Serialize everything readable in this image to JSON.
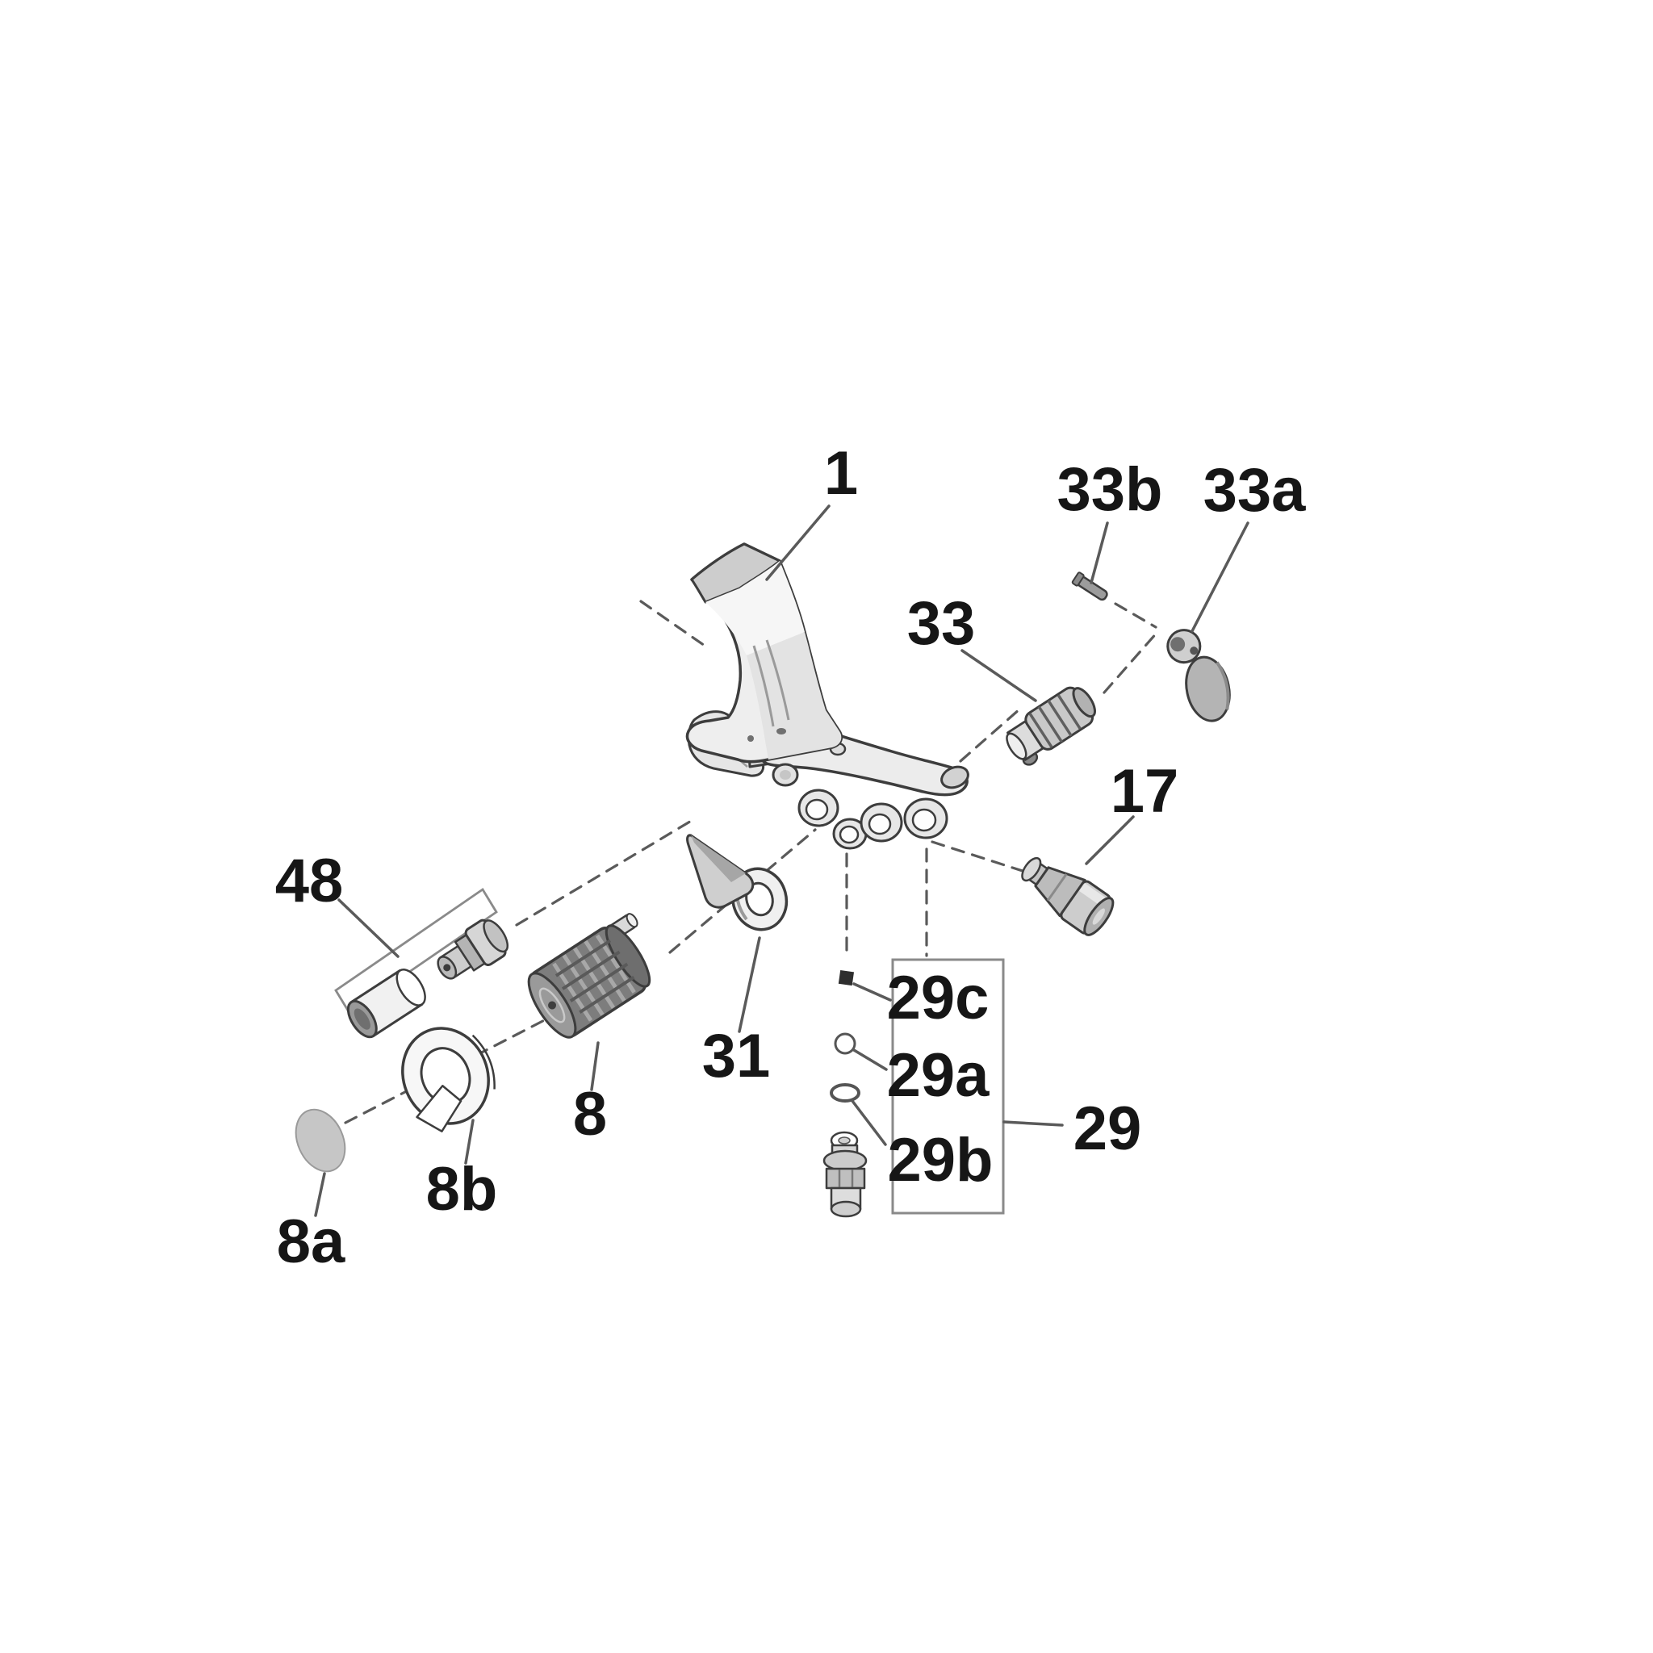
{
  "figure": {
    "type": "exploded-parts-diagram",
    "description_visible_text_only": true
  },
  "theme": {
    "background": "#ffffff",
    "outline": "#3d3d3d",
    "line": "#5a5a5a",
    "label": "#161616",
    "bracket": "#8a8a8a",
    "gray_light": "#ececec",
    "gray_mid": "#c9c9c9",
    "gray_dark": "#7d7d7d"
  },
  "labels": {
    "p1": {
      "text": "1"
    },
    "p33b": {
      "text": "33b"
    },
    "p33a": {
      "text": "33a"
    },
    "p33": {
      "text": "33"
    },
    "p17": {
      "text": "17"
    },
    "p48": {
      "text": "48"
    },
    "p31": {
      "text": "31"
    },
    "p8": {
      "text": "8"
    },
    "p8b": {
      "text": "8b"
    },
    "p8a": {
      "text": "8a"
    },
    "p29c": {
      "text": "29c"
    },
    "p29a": {
      "text": "29a"
    },
    "p29b": {
      "text": "29b"
    },
    "p29": {
      "text": "29"
    }
  }
}
